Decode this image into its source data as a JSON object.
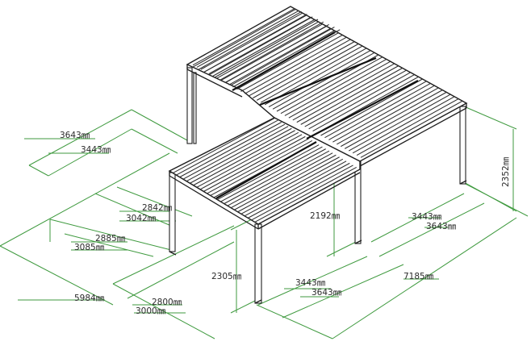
{
  "drawing": {
    "structure": "L-shaped louvred pergola",
    "line_color": "#1e1e1e",
    "dimension_color": "#3f9a3f"
  },
  "dimensions": {
    "d3643_left": "3643㎜",
    "d3443_left": "3443㎜",
    "d2842": "2842㎜",
    "d3042": "3042㎜",
    "d2885": "2885㎜",
    "d3085": "3085㎜",
    "d5984": "5984㎜",
    "d2800": "2800㎜",
    "d3000": "3000㎜",
    "d2305": "2305㎜",
    "d2192": "2192㎜",
    "d2352": "2352㎜",
    "d3443_right": "3443㎜",
    "d3643_right": "3643㎜",
    "d3443_bottom": "3443㎜",
    "d3643_bottom": "3643㎜",
    "d7185": "7185㎜"
  }
}
